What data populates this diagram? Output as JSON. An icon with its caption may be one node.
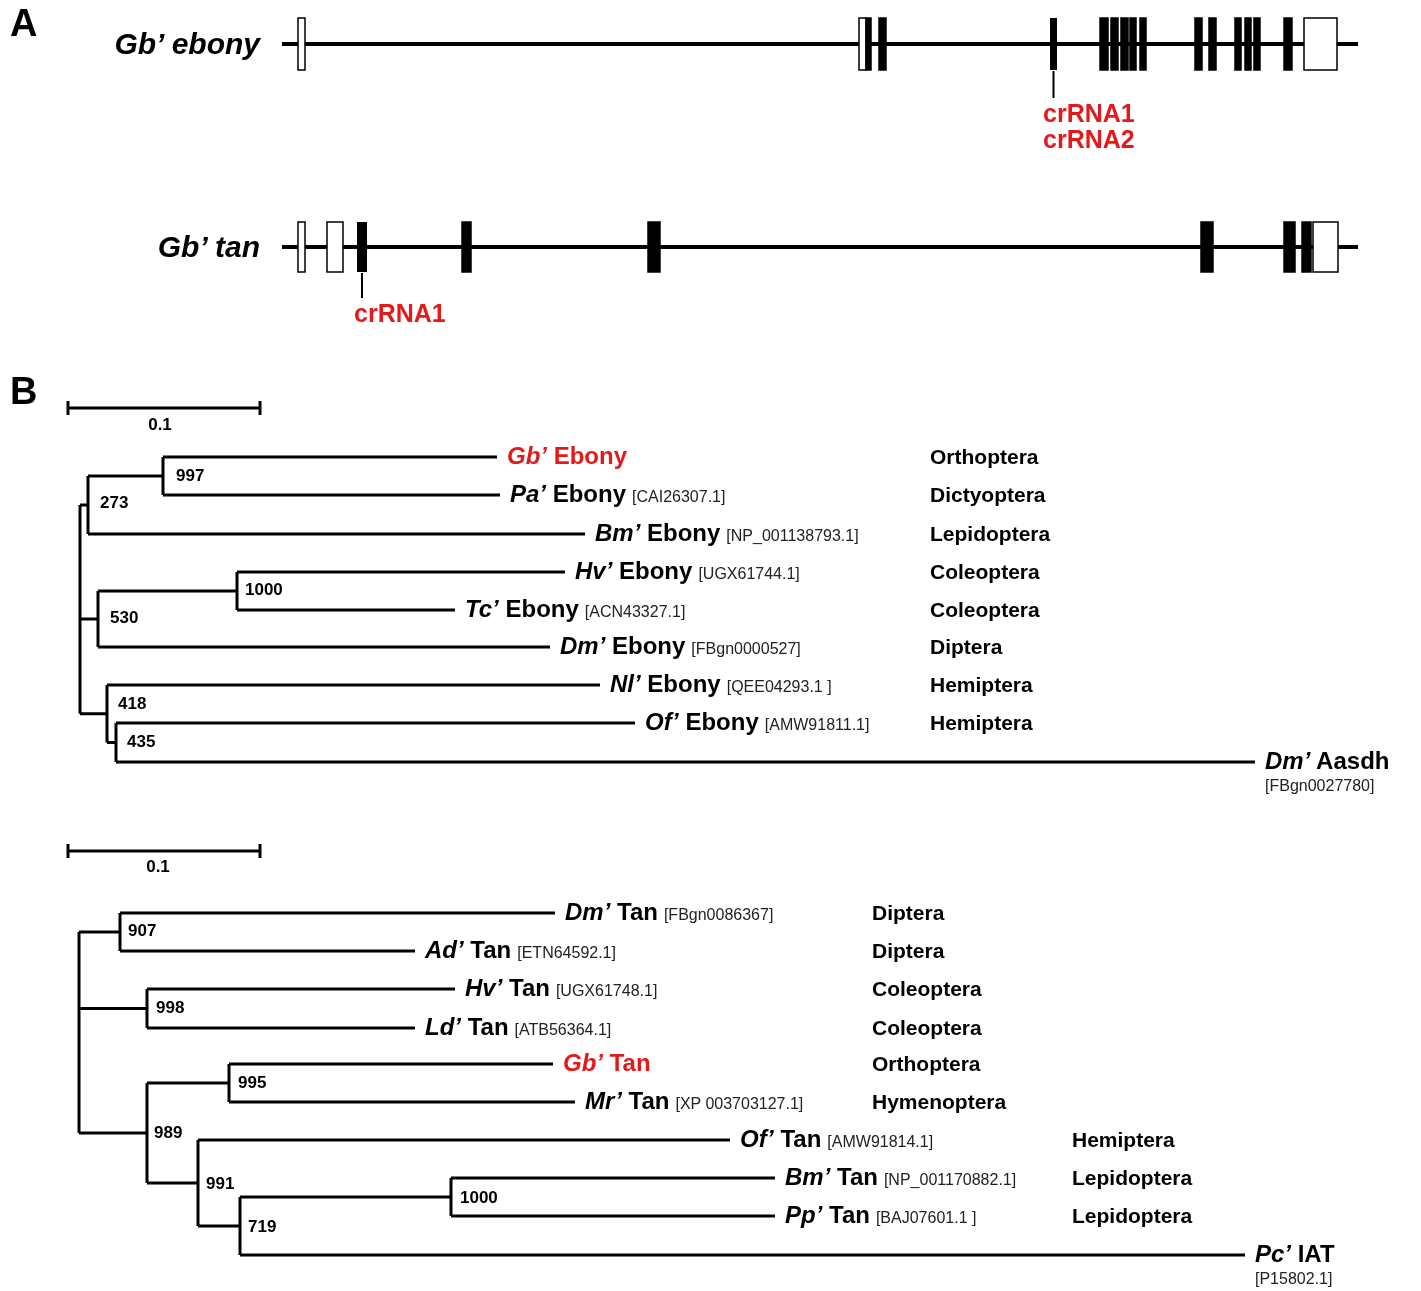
{
  "diagram": {
    "nodes": [
      {
        "text": [],
        "shape": "bar"
      },
      {
        "text": [
          "crRNA1",
          "crRNA2"
        ]
      },
      {
        "text": [],
        "shape": "bar"
      },
      {
        "text": [
          "crRNA1"
        ]
      },
      {
        "text": [
          "*Gb’* Ebony"
        ]
      },
      {
        "text": [
          "*Pa’* Ebony",
          "[CAI26307.1]"
        ]
      },
      {
        "text": [
          "*Bm’* Ebony",
          "[NP_001138793.1]"
        ]
      },
      {
        "text": [
          "*Hv’* Ebony",
          "[UGX61744.1]"
        ]
      },
      {
        "text": [
          "*Tc’* Ebony",
          "[ACN43327.1]"
        ]
      },
      {
        "text": [
          "*Dm’* Ebony",
          "[FBgn0000527]"
        ]
      },
      {
        "text": [
          "*Nl’* Ebony",
          "[QEE04293.1 ]"
        ]
      },
      {
        "text": [
          "*Of’* Ebony",
          "[AMW91811.1]"
        ]
      },
      {
        "text": [
          "*Dm’* Aasdh",
          "[FBgn0027780]"
        ]
      },
      {
        "text": [
          "*Dm’* Tan",
          "[FBgn0086367]"
        ]
      },
      {
        "text": [
          "*Ad’* Tan",
          "[ETN64592.1]"
        ]
      },
      {
        "text": [
          "*Hv’* Tan",
          "[UGX61748.1]"
        ]
      },
      {
        "text": [
          "*Ld’* Tan",
          "[ATB56364.1]"
        ]
      },
      {
        "text": [
          "*Gb’* Tan"
        ]
      },
      {
        "text": [
          "*Mr’* Tan",
          "[XP 003703127.1]"
        ]
      },
      {
        "text": [
          "*Of’* Tan",
          "[AMW91814.1]"
        ]
      },
      {
        "text": [
          "*Bm’* Tan",
          "[NP_001170882.1]"
        ]
      },
      {
        "text": [
          "*Pp’* Tan",
          "[BAJ07601.1 ]"
        ]
      },
      {
        "text": [
          "*Pc’* IAT",
          "[P15802.1]"
        ]
      }
    ],
    "edges": [
      {
        "from": 1,
        "to": 0,
        "arrow": "none"
      },
      {
        "from": 3,
        "to": 2,
        "arrow": "none"
      }
    ],
    "labels": [
      "A",
      "Gb’ ebony",
      "Gb’ tan",
      "B",
      "0.1",
      "997",
      "273",
      "1000",
      "530",
      "418",
      "435",
      "Orthoptera",
      "Dictyoptera",
      "Lepidoptera",
      "Coleoptera",
      "Coleoptera",
      "Diptera",
      "Hemiptera",
      "Hemiptera",
      "0.1",
      "907",
      "998",
      "995",
      "989",
      "991",
      "1000",
      "719",
      "Diptera",
      "Diptera",
      "Coleoptera",
      "Coleoptera",
      "Orthoptera",
      "Hymenoptera",
      "Hemiptera",
      "Lepidoptera",
      "Lepidoptera"
    ]
  }
}
